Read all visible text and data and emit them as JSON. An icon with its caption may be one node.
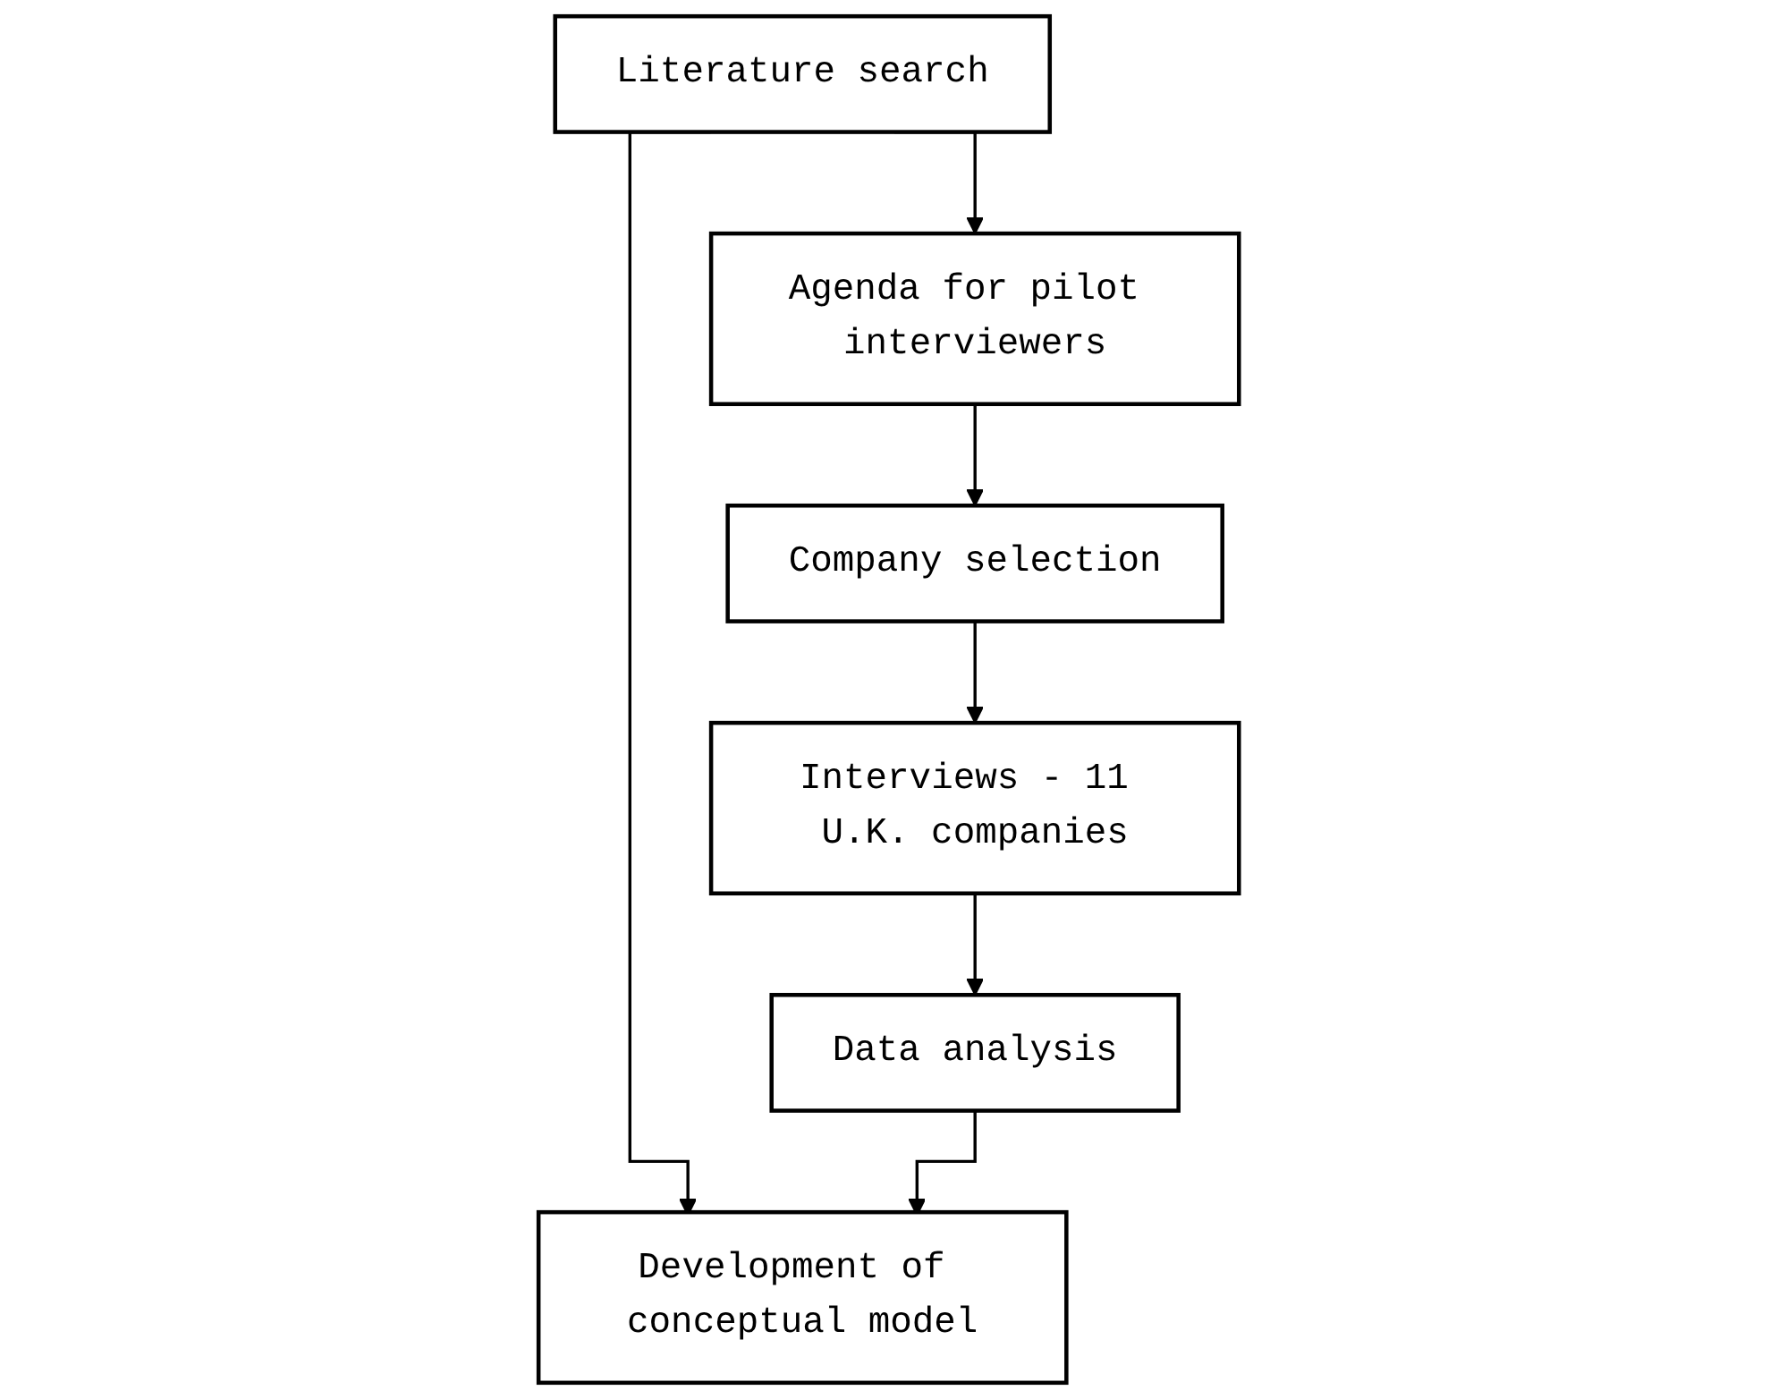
{
  "diagram": {
    "nodes": [
      {
        "text": [
          "Literature search"
        ]
      },
      {
        "text": [
          "Agenda for pilot interviewers"
        ]
      },
      {
        "text": [
          "Company selection"
        ]
      },
      {
        "text": [
          "Interviews - 11 U.K. companies"
        ]
      },
      {
        "text": [
          "Data analysis"
        ]
      },
      {
        "text": [
          "Development of conceptual model"
        ]
      }
    ],
    "edges": [
      {
        "from": 0,
        "to": 1,
        "arrow": "to"
      },
      {
        "from": 0,
        "to": 5,
        "arrow": "to"
      },
      {
        "from": 1,
        "to": 2,
        "arrow": "to"
      },
      {
        "from": 2,
        "to": 3,
        "arrow": "to"
      },
      {
        "from": 3,
        "to": 4,
        "arrow": "to"
      },
      {
        "from": 4,
        "to": 5,
        "arrow": "to"
      }
    ]
  }
}
